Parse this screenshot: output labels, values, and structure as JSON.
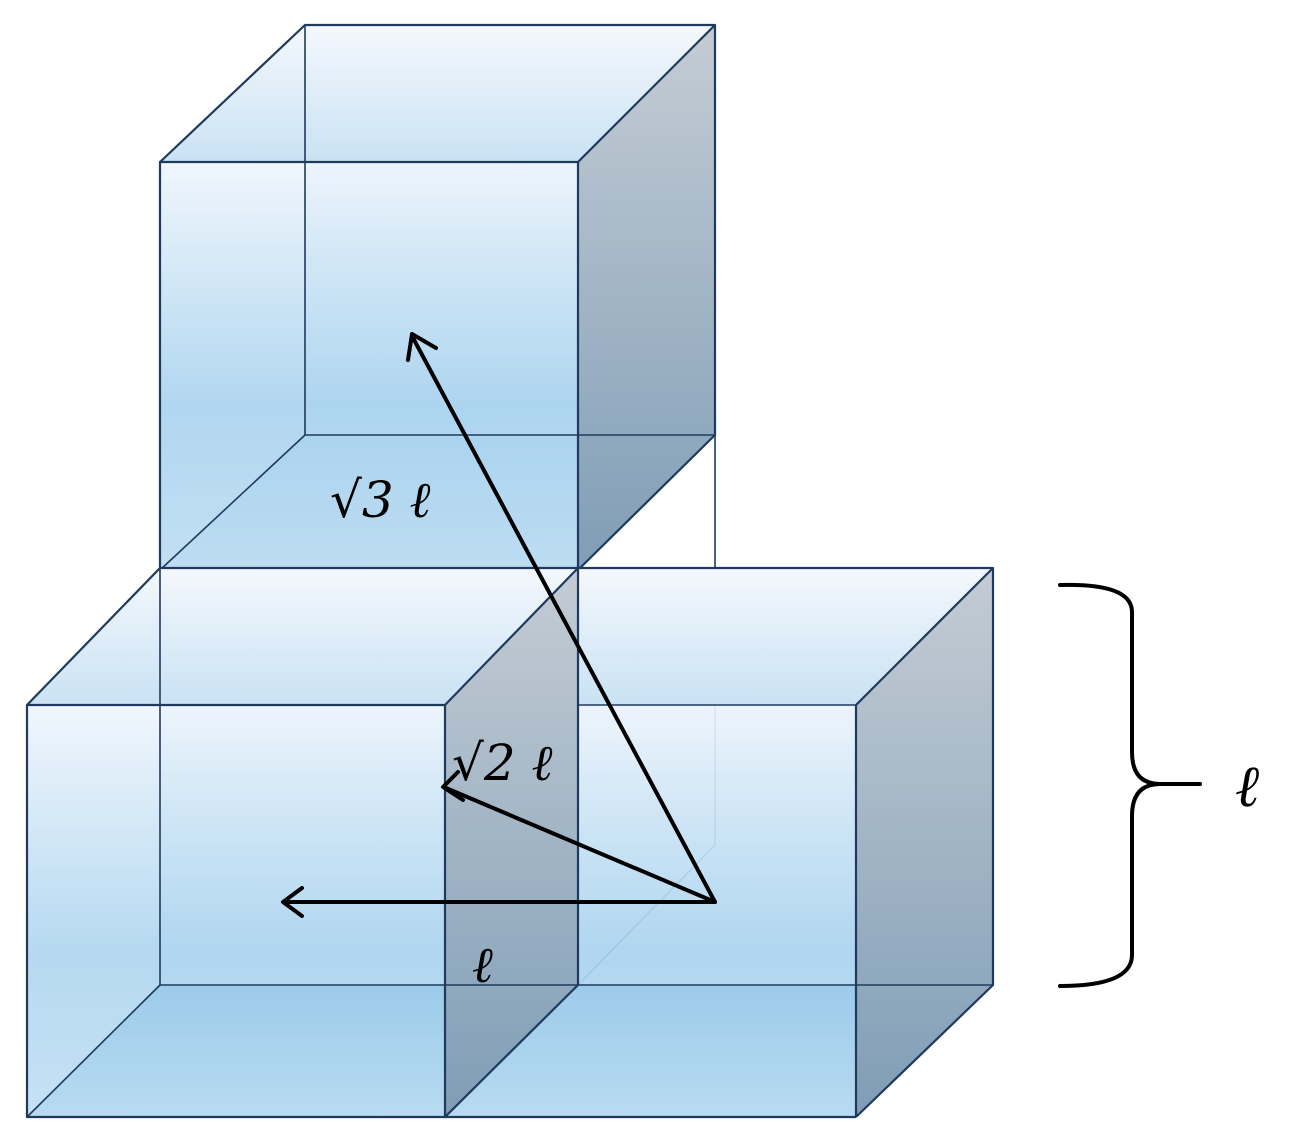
{
  "figure": {
    "colors": {
      "edge": "#1f3a5e",
      "face_light": "#eef5fc",
      "face_blue": "#a8d2ee",
      "face_side_dark": "#7f9db6",
      "face_side_light": "#c2cbd3",
      "arrow": "#000000"
    },
    "labels": {
      "sqrt3": "√3 ℓ",
      "sqrt2": "√2 ℓ",
      "one": "ℓ",
      "brace": "ℓ"
    }
  }
}
